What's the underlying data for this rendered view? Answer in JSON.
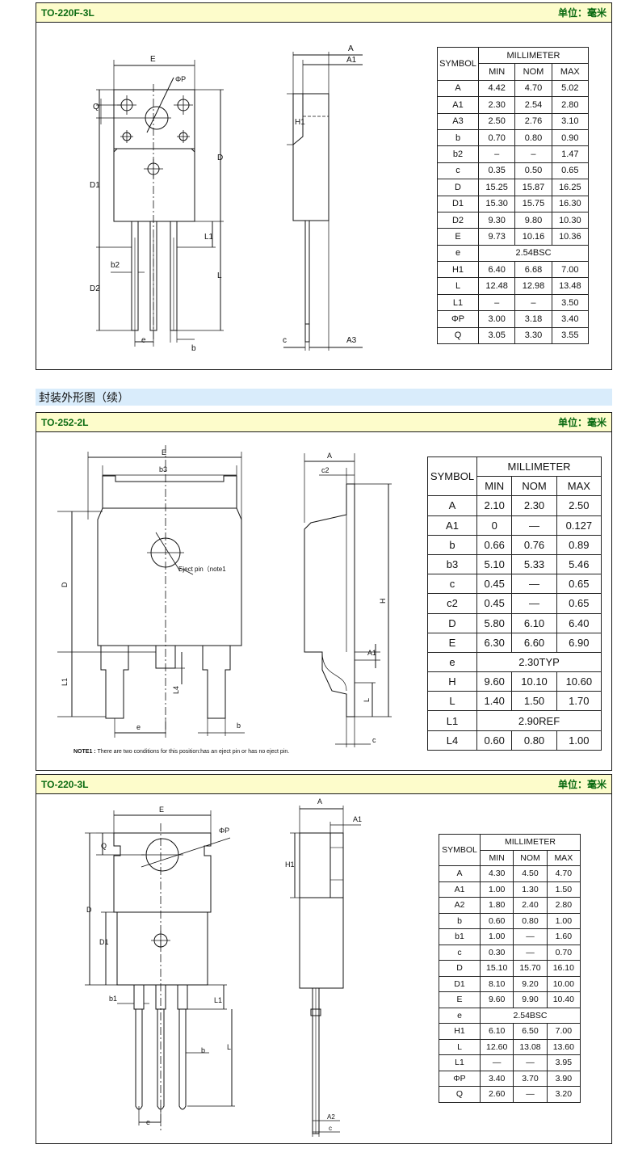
{
  "section_title": "封装外形图（续）",
  "unit_label": "单位：毫米",
  "packages": [
    {
      "title": "TO-220F-3L",
      "dims": {
        "E": "E",
        "P": "ΦP",
        "Q": "Q",
        "D": "D",
        "D1": "D1",
        "L1": "L1",
        "b2": "b2",
        "L": "L",
        "D2": "D2",
        "e": "e",
        "b": "b",
        "A": "A",
        "A1": "A1",
        "H1": "H1",
        "c": "c",
        "A3": "A3"
      },
      "table": {
        "symbol_header": "SYMBOL",
        "millimeter_header": "MILLIMETER",
        "columns": [
          "MIN",
          "NOM",
          "MAX"
        ],
        "rows": [
          {
            "sym": "A",
            "min": "4.42",
            "nom": "4.70",
            "max": "5.02"
          },
          {
            "sym": "A1",
            "min": "2.30",
            "nom": "2.54",
            "max": "2.80"
          },
          {
            "sym": "A3",
            "min": "2.50",
            "nom": "2.76",
            "max": "3.10"
          },
          {
            "sym": "b",
            "min": "0.70",
            "nom": "0.80",
            "max": "0.90"
          },
          {
            "sym": "b2",
            "min": "–",
            "nom": "–",
            "max": "1.47"
          },
          {
            "sym": "c",
            "min": "0.35",
            "nom": "0.50",
            "max": "0.65"
          },
          {
            "sym": "D",
            "min": "15.25",
            "nom": "15.87",
            "max": "16.25"
          },
          {
            "sym": "D1",
            "min": "15.30",
            "nom": "15.75",
            "max": "16.30"
          },
          {
            "sym": "D2",
            "min": "9.30",
            "nom": "9.80",
            "max": "10.30"
          },
          {
            "sym": "E",
            "min": "9.73",
            "nom": "10.16",
            "max": "10.36"
          },
          {
            "sym": "e",
            "span": "2.54BSC"
          },
          {
            "sym": "H1",
            "min": "6.40",
            "nom": "6.68",
            "max": "7.00"
          },
          {
            "sym": "L",
            "min": "12.48",
            "nom": "12.98",
            "max": "13.48"
          },
          {
            "sym": "L1",
            "min": "–",
            "nom": "–",
            "max": "3.50"
          },
          {
            "sym": "ΦP",
            "min": "3.00",
            "nom": "3.18",
            "max": "3.40"
          },
          {
            "sym": "Q",
            "min": "3.05",
            "nom": "3.30",
            "max": "3.55"
          }
        ]
      }
    },
    {
      "title": "TO-252-2L",
      "dims": {
        "E": "E",
        "b3": "b3",
        "D": "D",
        "L1": "L1",
        "L4": "L4",
        "e": "e",
        "b": "b",
        "A": "A",
        "c2": "c2",
        "H": "H",
        "A1": "A1",
        "L": "L",
        "c": "c",
        "eject": "Eject pin（note1"
      },
      "note_label": "NOTE1 :",
      "note_text": "There are two conditions for this position:has an eject pin or has no eject pin.",
      "table": {
        "symbol_header": "SYMBOL",
        "millimeter_header": "MILLIMETER",
        "columns": [
          "MIN",
          "NOM",
          "MAX"
        ],
        "rows": [
          {
            "sym": "A",
            "min": "2.10",
            "nom": "2.30",
            "max": "2.50"
          },
          {
            "sym": "A1",
            "min": "0",
            "nom": "—",
            "max": "0.127"
          },
          {
            "sym": "b",
            "min": "0.66",
            "nom": "0.76",
            "max": "0.89"
          },
          {
            "sym": "b3",
            "min": "5.10",
            "nom": "5.33",
            "max": "5.46"
          },
          {
            "sym": "c",
            "min": "0.45",
            "nom": "—",
            "max": "0.65"
          },
          {
            "sym": "c2",
            "min": "0.45",
            "nom": "—",
            "max": "0.65"
          },
          {
            "sym": "D",
            "min": "5.80",
            "nom": "6.10",
            "max": "6.40"
          },
          {
            "sym": "E",
            "min": "6.30",
            "nom": "6.60",
            "max": "6.90"
          },
          {
            "sym": "e",
            "span": "2.30TYP"
          },
          {
            "sym": "H",
            "min": "9.60",
            "nom": "10.10",
            "max": "10.60"
          },
          {
            "sym": "L",
            "min": "1.40",
            "nom": "1.50",
            "max": "1.70"
          },
          {
            "sym": "L1",
            "span": "2.90REF"
          },
          {
            "sym": "L4",
            "min": "0.60",
            "nom": "0.80",
            "max": "1.00"
          }
        ]
      }
    },
    {
      "title": "TO-220-3L",
      "dims": {
        "E": "E",
        "P": "ΦP",
        "Q": "Q",
        "D": "D",
        "D1": "D1",
        "b1": "b1",
        "L1": "L1",
        "b": "b",
        "L": "L",
        "e": "e",
        "A": "A",
        "A1": "A1",
        "H1": "H1",
        "A2": "A2",
        "c": "c"
      },
      "table": {
        "symbol_header": "SYMBOL",
        "millimeter_header": "MILLIMETER",
        "columns": [
          "MIN",
          "NOM",
          "MAX"
        ],
        "rows": [
          {
            "sym": "A",
            "min": "4.30",
            "nom": "4.50",
            "max": "4.70"
          },
          {
            "sym": "A1",
            "min": "1.00",
            "nom": "1.30",
            "max": "1.50"
          },
          {
            "sym": "A2",
            "min": "1.80",
            "nom": "2.40",
            "max": "2.80"
          },
          {
            "sym": "b",
            "min": "0.60",
            "nom": "0.80",
            "max": "1.00"
          },
          {
            "sym": "b1",
            "min": "1.00",
            "nom": "—",
            "max": "1.60"
          },
          {
            "sym": "c",
            "min": "0.30",
            "nom": "—",
            "max": "0.70"
          },
          {
            "sym": "D",
            "min": "15.10",
            "nom": "15.70",
            "max": "16.10"
          },
          {
            "sym": "D1",
            "min": "8.10",
            "nom": "9.20",
            "max": "10.00"
          },
          {
            "sym": "E",
            "min": "9.60",
            "nom": "9.90",
            "max": "10.40"
          },
          {
            "sym": "e",
            "span": "2.54BSC"
          },
          {
            "sym": "H1",
            "min": "6.10",
            "nom": "6.50",
            "max": "7.00"
          },
          {
            "sym": "L",
            "min": "12.60",
            "nom": "13.08",
            "max": "13.60"
          },
          {
            "sym": "L1",
            "min": "—",
            "nom": "—",
            "max": "3.95"
          },
          {
            "sym": "ΦP",
            "min": "3.40",
            "nom": "3.70",
            "max": "3.90"
          },
          {
            "sym": "Q",
            "min": "2.60",
            "nom": "—",
            "max": "3.20"
          }
        ]
      }
    }
  ]
}
